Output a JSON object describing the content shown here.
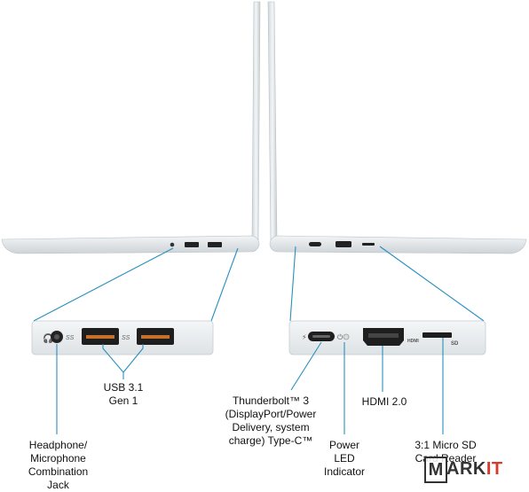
{
  "labels": {
    "usb": "USB 3.1\nGen 1",
    "thunderbolt": "Thunderbolt™ 3\n(DisplayPort/Power\nDelivery, system\ncharge) Type-C™",
    "hdmi": "HDMI 2.0",
    "headphone": "Headphone/\nMicrophone\nCombination\nJack",
    "power_led": "Power\nLED\nIndicator",
    "sd_reader": "3:1 Micro SD\nCard Reader"
  },
  "port_markings": {
    "usb_ss_left": "SS",
    "usb_ss_right": "SS",
    "hdmi_logo": "HDMI",
    "sd_logo": "SD"
  },
  "watermark": {
    "letter": "M",
    "rest": "ARK",
    "accent": "IT"
  },
  "colors": {
    "leader_line": "#2a8fbd",
    "laptop_body": "#e8ecee",
    "laptop_edge": "#c9d0d4",
    "panel_fill": "#edf0f2"
  }
}
